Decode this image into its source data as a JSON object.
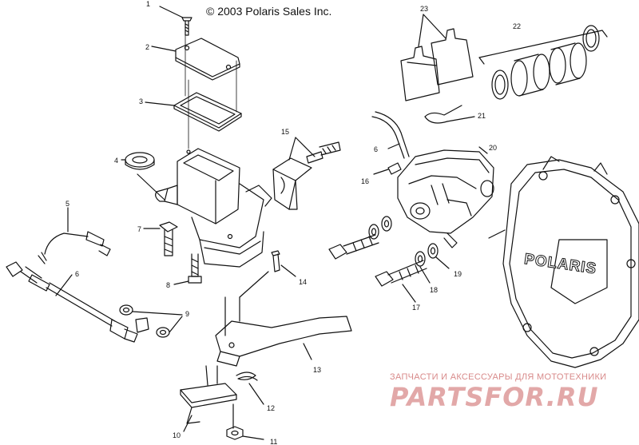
{
  "copyright": "© 2003 Polaris Sales Inc.",
  "brand_text": "POLARIS",
  "watermark": {
    "subtitle": "ЗАПЧАСТИ И АКСЕССУАРЫ ДЛЯ МОТОТЕХНИКИ",
    "site": "PARTSFOR.RU"
  },
  "callouts": {
    "c1": "1",
    "c2": "2",
    "c3": "3",
    "c4": "4",
    "c5": "5",
    "c6a": "6",
    "c6b": "6",
    "c7": "7",
    "c8": "8",
    "c9": "9",
    "c10": "10",
    "c11": "11",
    "c12": "12",
    "c13": "13",
    "c14": "14",
    "c15": "15",
    "c16": "16",
    "c17": "17",
    "c18": "18",
    "c19": "19",
    "c20": "20",
    "c21": "21",
    "c22": "22",
    "c23": "23"
  },
  "colors": {
    "line": "#111111",
    "watermark": "#e2a8a8"
  }
}
